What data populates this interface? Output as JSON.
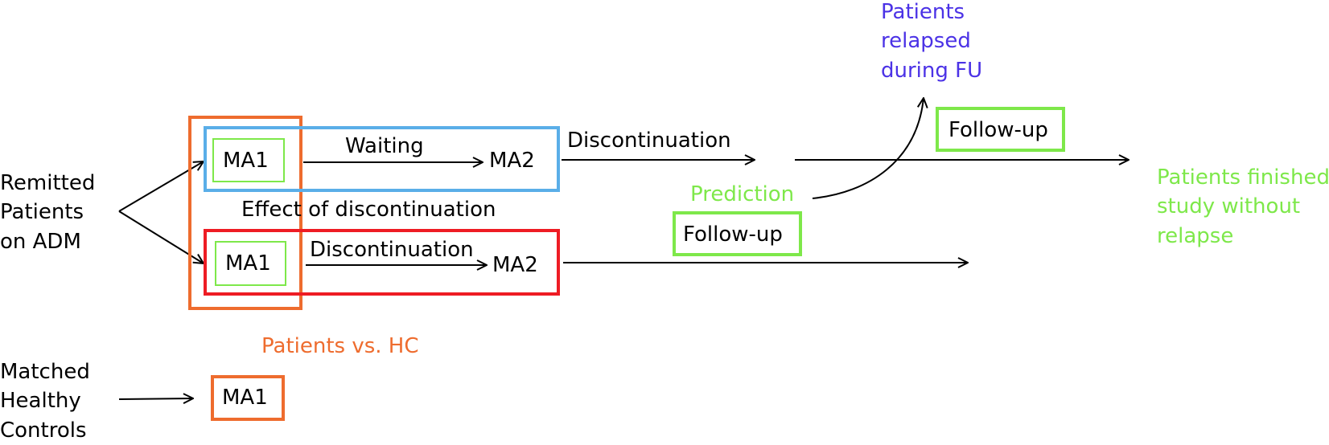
{
  "colors": {
    "orange": "#ee6c2e",
    "blue": "#5aaee8",
    "red": "#ee1c24",
    "green": "#7ee84a",
    "purple": "#4b32e6",
    "black": "#000000"
  },
  "left_labels": {
    "patients": [
      "Remitted",
      "Patients",
      "on ADM"
    ],
    "controls": [
      "Matched",
      "Healthy",
      "Controls"
    ]
  },
  "waiting_arm": {
    "ma1": "MA1",
    "step": "Waiting",
    "ma2": "MA2",
    "after": "Discontinuation"
  },
  "effect_label": "Effect of discontinuation",
  "discontinuation_arm": {
    "ma1": "MA1",
    "step": "Discontinuation",
    "ma2": "MA2"
  },
  "follow_up_upper": "Follow-up",
  "follow_up_lower": "Follow-up",
  "prediction": "Prediction",
  "relapsed": [
    "Patients",
    "relapsed",
    "during FU"
  ],
  "finished": [
    "Patients finished",
    "study without",
    "relapse"
  ],
  "patients_vs_hc": "Patients vs. HC",
  "controls_ma1": "MA1"
}
